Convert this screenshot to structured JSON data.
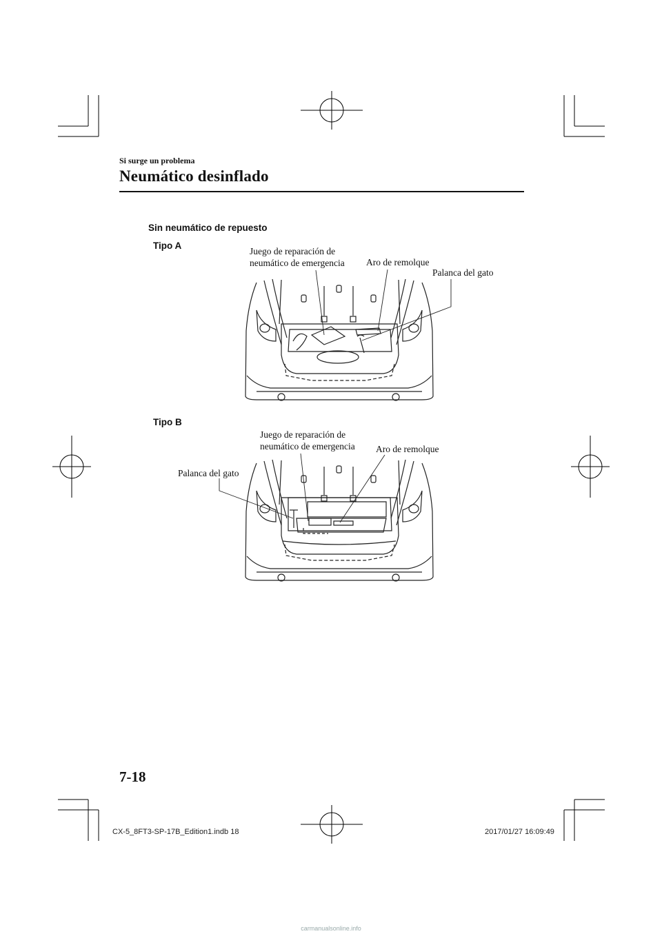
{
  "header": {
    "section": "Si surge un problema",
    "title": "Neumático desinflado"
  },
  "content": {
    "heading": "Sin neumático de repuesto",
    "type_a": {
      "label": "Tipo A",
      "callouts": {
        "repair_kit_line1": "Juego de reparación de",
        "repair_kit_line2": "neumático de emergencia",
        "tow_hook": "Aro de remolque",
        "jack_lever": "Palanca del gato"
      }
    },
    "type_b": {
      "label": "Tipo B",
      "callouts": {
        "repair_kit_line1": "Juego de reparación de",
        "repair_kit_line2": "neumático de emergencia",
        "tow_hook": "Aro de remolque",
        "jack_lever": "Palanca del gato"
      }
    }
  },
  "page_number": "7-18",
  "footer": {
    "file": "CX-5_8FT3-SP-17B_Edition1.indb    18",
    "timestamp": "2017/01/27    16:09:49"
  },
  "watermark": "carmanualsonline.info"
}
